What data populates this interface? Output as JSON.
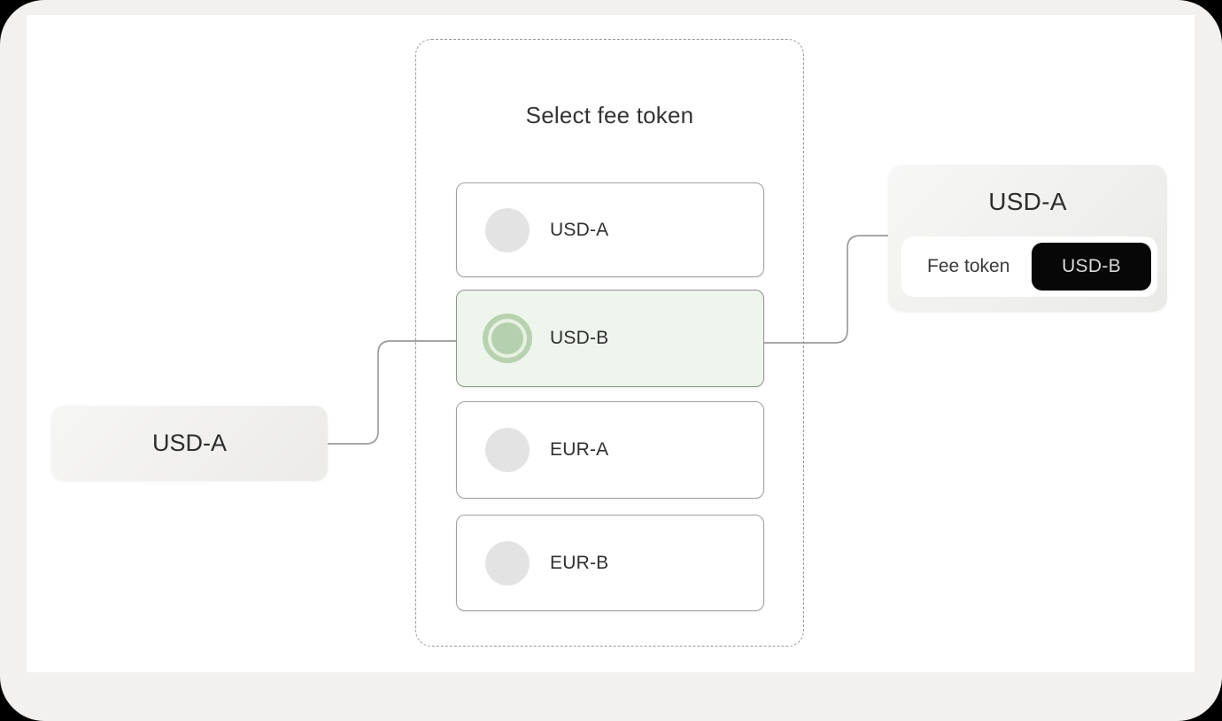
{
  "panel": {
    "title": "Select fee token",
    "options": [
      {
        "label": "USD-A",
        "selected": false
      },
      {
        "label": "USD-B",
        "selected": true
      },
      {
        "label": "EUR-A",
        "selected": false
      },
      {
        "label": "EUR-B",
        "selected": false
      }
    ]
  },
  "left_node": {
    "label": "USD-A"
  },
  "right_node": {
    "title": "USD-A",
    "fee_label": "Fee token",
    "fee_value": "USD-B"
  },
  "colors": {
    "frame_bg": "#f2f1ef",
    "canvas_bg": "#ffffff",
    "selected_bg": "#eef5ec",
    "radio_green": "#b5d0ae",
    "badge_bg": "#070707",
    "connector": "#9b9b9b",
    "dashed_border": "#9a9a9a"
  }
}
